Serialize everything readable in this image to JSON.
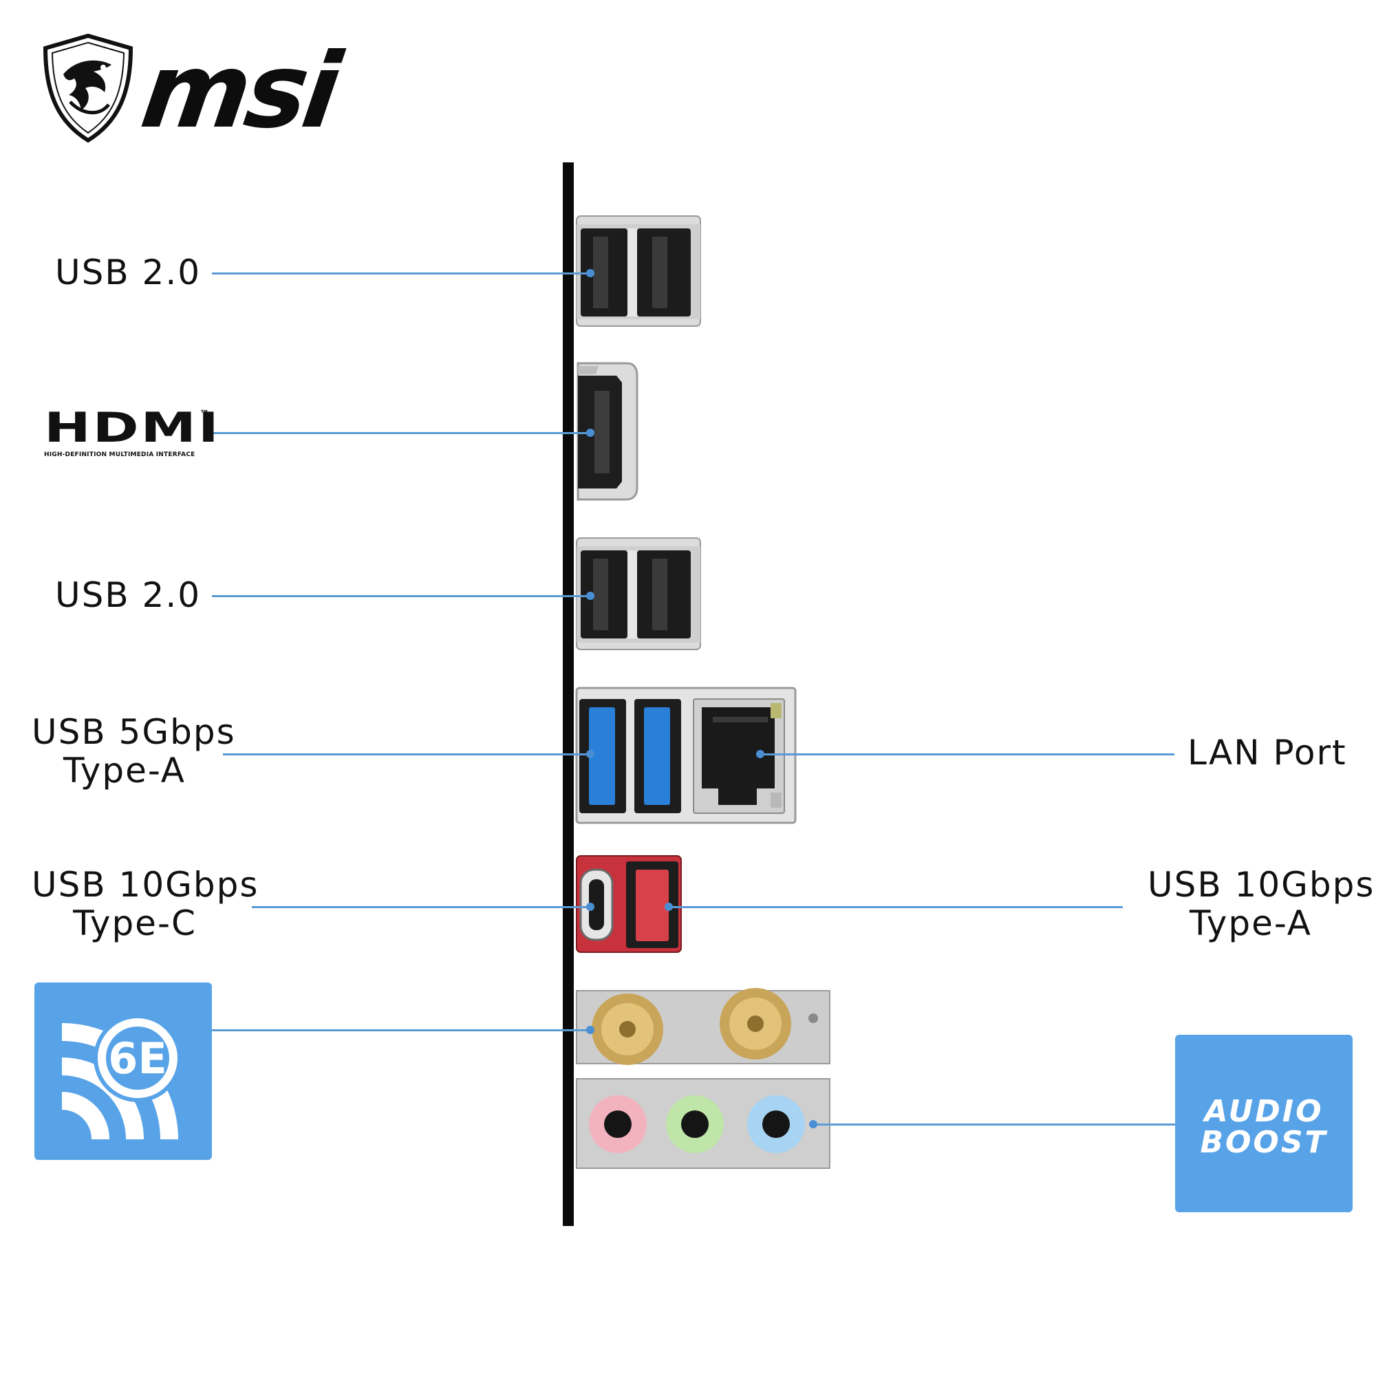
{
  "brand": {
    "name": "msi"
  },
  "hdmi": {
    "wordmark": "HDMI",
    "tm": "™",
    "subtitle": "HIGH-DEFINITION MULTIMEDIA INTERFACE"
  },
  "labels": {
    "usb2_top": "USB 2.0",
    "usb2_mid": "USB 2.0",
    "usb5_line1": "USB 5Gbps",
    "usb5_line2": "Type-A",
    "usb10c_line1": "USB 10Gbps",
    "usb10c_line2": "Type-C",
    "lan": "LAN Port",
    "usb10a_line1": "USB 10Gbps",
    "usb10a_line2": "Type-A"
  },
  "badges": {
    "wifi": {
      "text": "6E"
    },
    "audio": {
      "line1": "AUDIO",
      "line2": "BOOST"
    }
  },
  "colors": {
    "leader_line": "#5a9ad6",
    "badge_blue": "#58a3e8",
    "usb3_blue": "#2a7fd8",
    "usb10_red": "#c8323c",
    "audio_pink": "#f2b3bf",
    "audio_green": "#bfe5a8",
    "audio_blue": "#a7d4f2"
  }
}
